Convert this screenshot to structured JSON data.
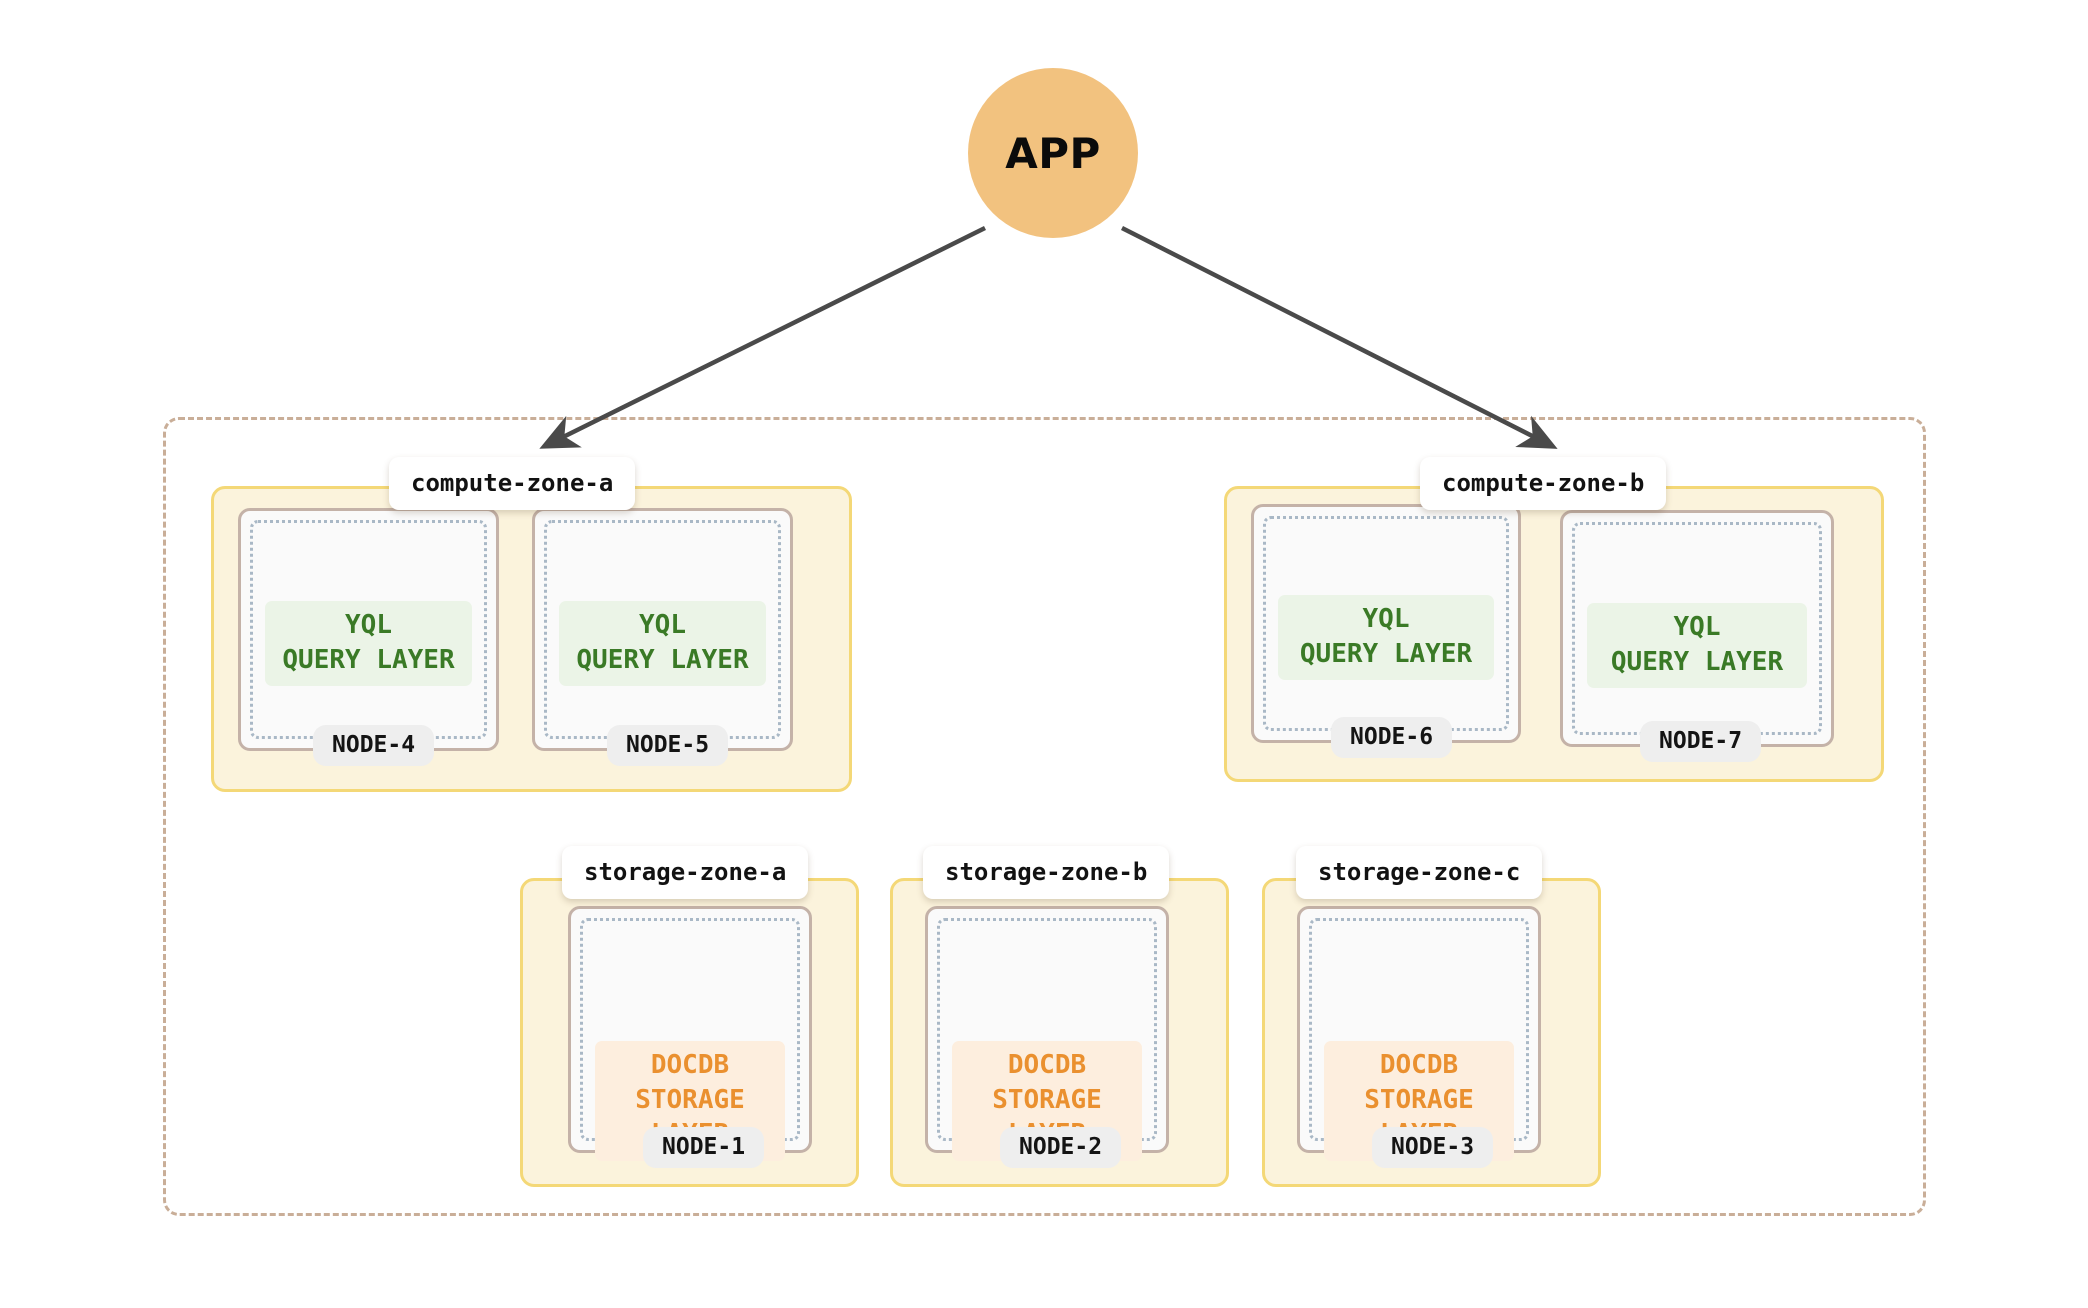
{
  "app": {
    "label": "APP",
    "shape": "circle",
    "color": "#f2c27f"
  },
  "colors": {
    "background": "#ffffff",
    "app_fill": "#f2c27f",
    "outer_region_border": "#c9ae98",
    "zone_fill": "#fbf3dc",
    "zone_border": "#f4d877",
    "node_fill": "#fafafa",
    "node_border": "#c4b2a8",
    "node_inner_dotted": "#a9b8c6",
    "yql_text": "#3a7a26",
    "yql_fill": "#ebf4e7",
    "docdb_text": "#ea902f",
    "docdb_fill": "#fdeede",
    "arrow": "#4a4a4a",
    "pill_fill": "#eeeeee"
  },
  "arrows": [
    {
      "from": "app",
      "to": "compute-zone-a"
    },
    {
      "from": "app",
      "to": "compute-zone-b"
    }
  ],
  "compute_zones": [
    {
      "label": "compute-zone-a",
      "nodes": [
        {
          "name": "NODE-4",
          "layer_line1": "YQL",
          "layer_line2": "QUERY LAYER"
        },
        {
          "name": "NODE-5",
          "layer_line1": "YQL",
          "layer_line2": "QUERY LAYER"
        }
      ]
    },
    {
      "label": "compute-zone-b",
      "nodes": [
        {
          "name": "NODE-6",
          "layer_line1": "YQL",
          "layer_line2": "QUERY LAYER"
        },
        {
          "name": "NODE-7",
          "layer_line1": "YQL",
          "layer_line2": "QUERY LAYER"
        }
      ]
    }
  ],
  "storage_zones": [
    {
      "label": "storage-zone-a",
      "nodes": [
        {
          "name": "NODE-1",
          "layer_line1": "DOCDB",
          "layer_line2": "STORAGE LAYER"
        }
      ]
    },
    {
      "label": "storage-zone-b",
      "nodes": [
        {
          "name": "NODE-2",
          "layer_line1": "DOCDB",
          "layer_line2": "STORAGE LAYER"
        }
      ]
    },
    {
      "label": "storage-zone-c",
      "nodes": [
        {
          "name": "NODE-3",
          "layer_line1": "DOCDB",
          "layer_line2": "STORAGE LAYER"
        }
      ]
    }
  ]
}
